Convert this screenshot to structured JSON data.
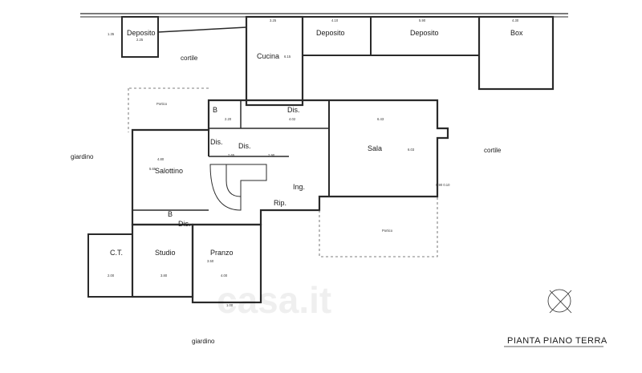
{
  "title": "PIANTA PIANO TERRA",
  "watermark": "casa.it",
  "rooms": {
    "deposito_1": "Deposito",
    "cucina": "Cucina",
    "deposito_2": "Deposito",
    "deposito_3": "Deposito",
    "box": "Box",
    "b_1": "B",
    "dis_1": "Dis.",
    "dis_2": "Dis.",
    "dis_3": "Dis.",
    "salottino": "Salottino",
    "sala": "Sala",
    "ing": "Ing.",
    "rip": "Rip.",
    "b_2": "B",
    "dis_4": "Dis.",
    "ct": "C.T.",
    "studio": "Studio",
    "pranzo": "Pranzo"
  },
  "outdoor": {
    "cortile_1": "cortile",
    "cortile_2": "cortile",
    "giardino_1": "giardino",
    "giardino_2": "giardino",
    "portico_1": "Portico",
    "portico_2": "Portico"
  },
  "dimensions": {
    "d1": "4.80",
    "d2": "5.65",
    "d3": "3.25",
    "d4": "4.10",
    "d5": "5.90",
    "d6": "4.30",
    "d7": "6.43",
    "d8": "6.03",
    "d9": "2.20",
    "d10": "4.02",
    "d11": "2.65",
    "d12": "2.90",
    "d13": "3.80",
    "d14": "3.50",
    "d15": "4.00",
    "d16": "2.00",
    "d17": "0.90 0.10",
    "d18": "1.35",
    "d19": "2.25",
    "d20": "6.15",
    "d21": "1.00"
  }
}
